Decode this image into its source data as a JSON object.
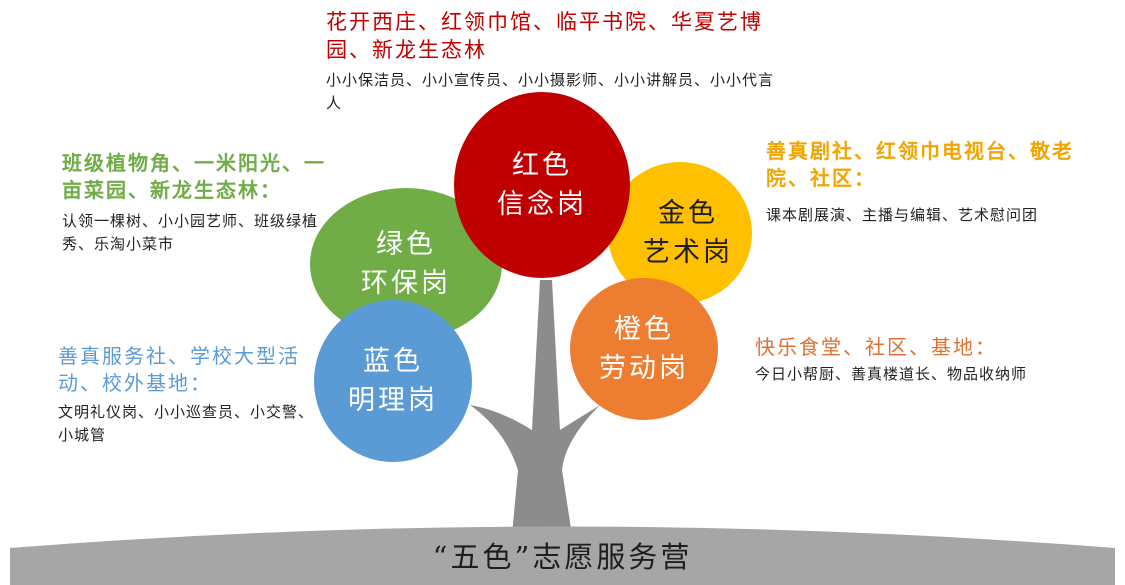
{
  "footer_title": "“五色”志愿服务营",
  "colors": {
    "red": "#c00000",
    "gold": "#ffc000",
    "green": "#70ad47",
    "orange": "#ed7d31",
    "blue": "#5b9bd5",
    "trunk": "#8c8c8c",
    "ground": "#a6a6a6",
    "text_red": "#c00000",
    "text_gold": "#f0a500",
    "text_green": "#70ad47",
    "text_orange": "#e07030",
    "text_blue": "#5b9bd5"
  },
  "posts": {
    "red": {
      "circle_lines": [
        "红色",
        "信念岗"
      ],
      "places": "花开西庄、红领巾馆、临平书院、华夏艺博园、新龙生态林",
      "roles": "小小保洁员、小小宣传员、小小摄影师、小小讲解员、小小代言人"
    },
    "gold": {
      "circle_lines": [
        "金色",
        "艺术岗"
      ],
      "places": "善真剧社、红领巾电视台、敬老院、社区：",
      "roles": "课本剧展演、主播与编辑、艺术慰问团"
    },
    "green": {
      "circle_lines": [
        "绿色",
        "环保岗"
      ],
      "places": "班级植物角、一米阳光、一亩菜园、新龙生态林：",
      "roles": "认领一棵树、小小园艺师、班级绿植秀、乐淘小菜市"
    },
    "orange": {
      "circle_lines": [
        "橙色",
        "劳动岗"
      ],
      "places": "快乐食堂、社区、基地：",
      "roles": "今日小帮厨、善真楼道长、物品收纳师"
    },
    "blue": {
      "circle_lines": [
        "蓝色",
        "明理岗"
      ],
      "places": "善真服务社、学校大型活动、校外基地：",
      "roles": "文明礼仪岗、小小巡查员、小交警、小城管"
    }
  }
}
